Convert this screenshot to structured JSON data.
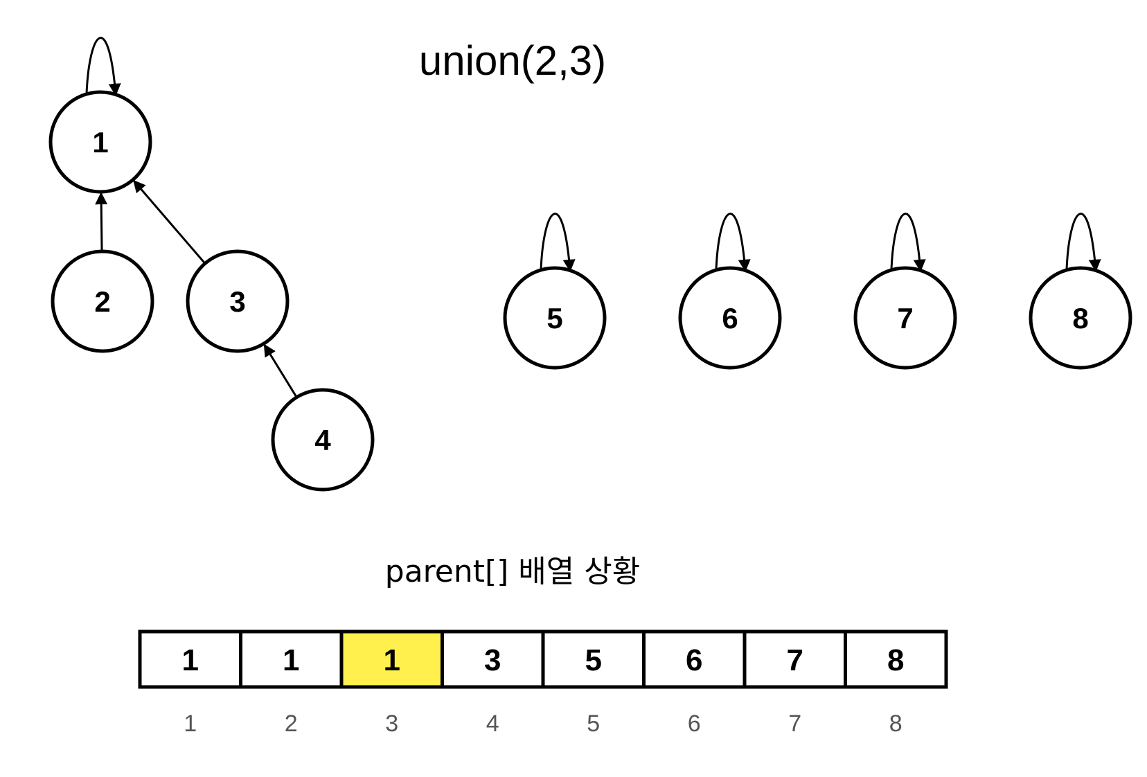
{
  "title": "union(2,3)",
  "subtitle": "parent[] 배열 상황",
  "colors": {
    "highlight": "#fff04d",
    "cell": "#ffffff",
    "stroke": "#000000"
  },
  "nodes": [
    {
      "id": "1",
      "label": "1",
      "self_loop": true
    },
    {
      "id": "2",
      "label": "2",
      "self_loop": false
    },
    {
      "id": "3",
      "label": "3",
      "self_loop": false
    },
    {
      "id": "4",
      "label": "4",
      "self_loop": false
    },
    {
      "id": "5",
      "label": "5",
      "self_loop": true
    },
    {
      "id": "6",
      "label": "6",
      "self_loop": true
    },
    {
      "id": "7",
      "label": "7",
      "self_loop": true
    },
    {
      "id": "8",
      "label": "8",
      "self_loop": true
    }
  ],
  "edges": [
    {
      "from": "2",
      "to": "1"
    },
    {
      "from": "3",
      "to": "1"
    },
    {
      "from": "4",
      "to": "3"
    }
  ],
  "parent_array": {
    "values": [
      "1",
      "1",
      "1",
      "3",
      "5",
      "6",
      "7",
      "8"
    ],
    "indices": [
      "1",
      "2",
      "3",
      "4",
      "5",
      "6",
      "7",
      "8"
    ],
    "highlighted_index": 2
  }
}
